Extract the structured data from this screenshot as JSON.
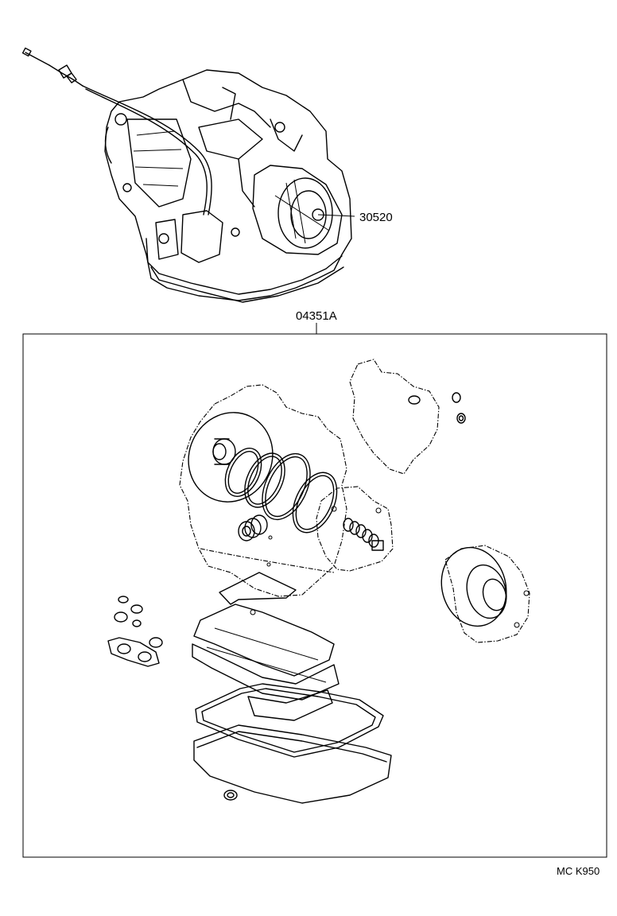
{
  "callouts": {
    "transmission_cable": "30520",
    "gasket_kit": "04351A"
  },
  "figure_code": "MC K950"
}
